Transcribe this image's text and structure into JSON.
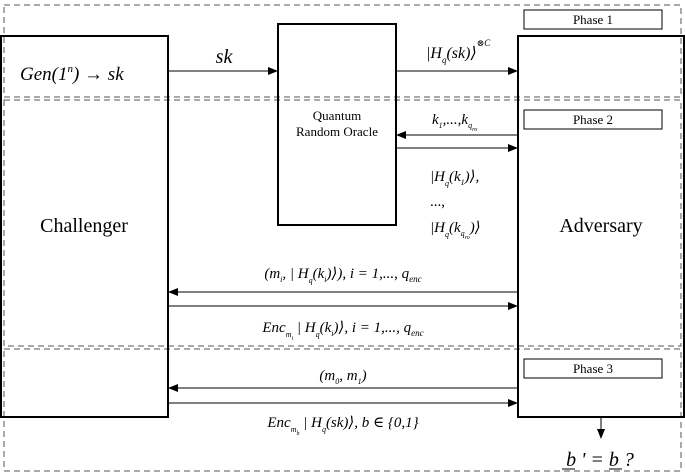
{
  "entities": {
    "challenger": "Challenger",
    "adversary": "Adversary",
    "oracle_line1": "Quantum",
    "oracle_line2": "Random Oracle"
  },
  "phases": {
    "phase1": "Phase 1",
    "phase2": "Phase 2",
    "phase3": "Phase 3"
  },
  "labels": {
    "gen_prefix": "Gen(1",
    "gen_sup": "n",
    "gen_suffix": ") → sk",
    "sk": "sk",
    "h_phase1": "|H",
    "h_phase1_sub": "q",
    "h_phase1_arg": "(sk)⟩",
    "h_phase1_sup": "⊗C",
    "queries": "k",
    "queries_rest": ",...,k",
    "queries_sub1": "1",
    "queries_sub2": "q",
    "queries_sub2b": "ro",
    "resp_line1_pre": "|H",
    "resp_line1_sub": "q",
    "resp_line1_arg": "(k",
    "resp_line1_ksub": "1",
    "resp_line1_end": ")⟩,",
    "resp_dots": "...,",
    "resp_line3_pre": "|H",
    "resp_line3_sub": "q",
    "resp_line3_arg": "(k",
    "resp_line3_ksub": "q",
    "resp_line3_ksub2": "ro",
    "resp_line3_end": ")⟩",
    "enc_query_pre": "(m",
    "enc_query_sub": "i",
    "enc_query_mid": ", | H",
    "enc_query_sub2": "q",
    "enc_query_arg": "(k",
    "enc_query_ksub": "i",
    "enc_query_end": ")⟩), i = 1,..., q",
    "enc_query_qsub": "enc",
    "enc_resp_pre": "Enc",
    "enc_resp_sub": "m",
    "enc_resp_subsub": "i",
    "enc_resp_mid": " | H",
    "enc_resp_sub2": "q",
    "enc_resp_arg": "(k",
    "enc_resp_ksub": "i",
    "enc_resp_end": ")⟩, i = 1,..., q",
    "enc_resp_qsub": "enc",
    "challenge_pre": "(m",
    "challenge_sub0": "0",
    "challenge_mid": ", m",
    "challenge_sub1": "1",
    "challenge_end": ")",
    "final_pre": "Enc",
    "final_sub": "m",
    "final_subsub": "b",
    "final_mid": " | H",
    "final_sub2": "q",
    "final_end": "(sk)⟩, b ∈ {0,1}",
    "guess": "b ' = b ?"
  }
}
